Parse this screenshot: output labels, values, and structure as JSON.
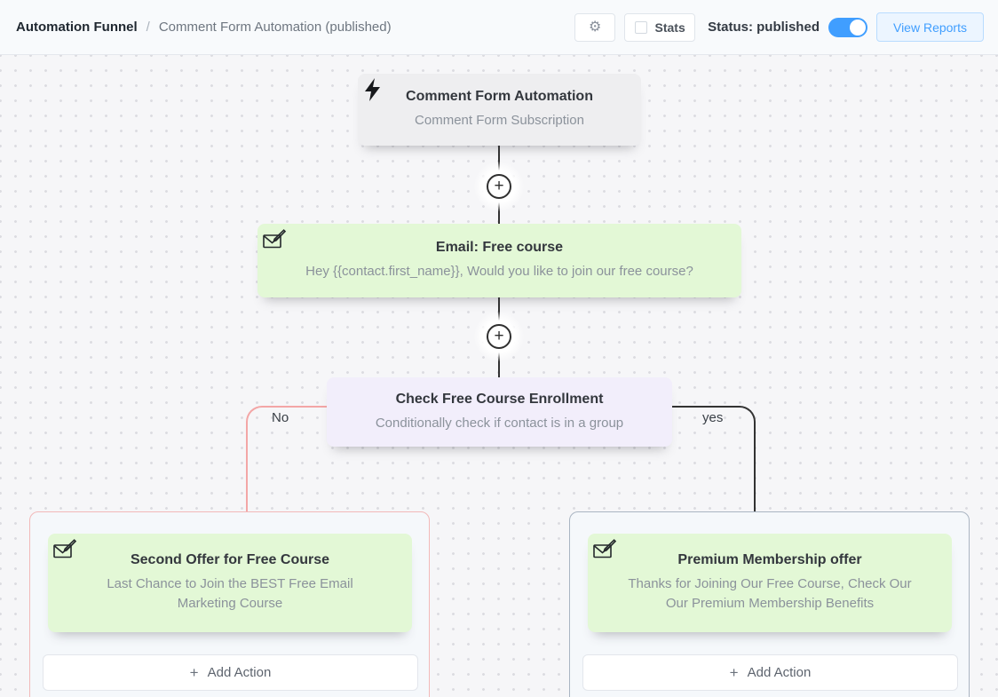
{
  "header": {
    "breadcrumb": {
      "section": "Automation Funnel",
      "separator": "/",
      "title": "Comment Form Automation (published)"
    },
    "settings_button": {
      "icon": "gear-icon",
      "glyph": "⚙"
    },
    "stats_toggle": {
      "label": "Stats",
      "checked": false
    },
    "status": {
      "label": "Status: published",
      "enabled": true
    },
    "view_reports_button": {
      "label": "View Reports"
    }
  },
  "canvas": {
    "trigger_node": {
      "icon": "lightning-icon",
      "title": "Comment Form Automation",
      "subtitle": "Comment Form Subscription"
    },
    "add_node_button_glyph": "+",
    "email_node": {
      "icon": "compose-email-icon",
      "title": "Email: Free course",
      "subtitle": "Hey {{contact.first_name}}, Would you like to join our free course?"
    },
    "condition_node": {
      "title": "Check Free Course Enrollment",
      "subtitle": "Conditionally check if contact is in a group"
    },
    "branches": [
      {
        "label": "No",
        "color": "#f3a6a6",
        "node": {
          "icon": "compose-email-icon",
          "title": "Second Offer for Free Course",
          "subtitle": "Last Chance to Join the BEST Free Email Marketing Course"
        },
        "add_action": {
          "label": "Add Action",
          "plus_glyph": "+"
        }
      },
      {
        "label": "yes",
        "color": "#333333",
        "node": {
          "icon": "compose-email-icon",
          "title": "Premium Membership offer",
          "subtitle": "Thanks for Joining Our Free Course, Check Our Our Premium Membership Benefits"
        },
        "add_action": {
          "label": "Add Action",
          "plus_glyph": "+"
        }
      }
    ]
  },
  "colors": {
    "primary_blue": "#409eff",
    "toggle_on": "#409eff",
    "view_reports_bg": "#ecf5ff",
    "node_trigger_bg": "#eeeef0",
    "node_email_bg": "#e3f8d6",
    "node_condition_bg": "#f2eefb",
    "branch_no_line": "#f3a6a6",
    "branch_yes_line": "#333333",
    "connector_line": "#333333",
    "header_bg": "#f8fafc",
    "canvas_bg": "#f6f6f8"
  }
}
